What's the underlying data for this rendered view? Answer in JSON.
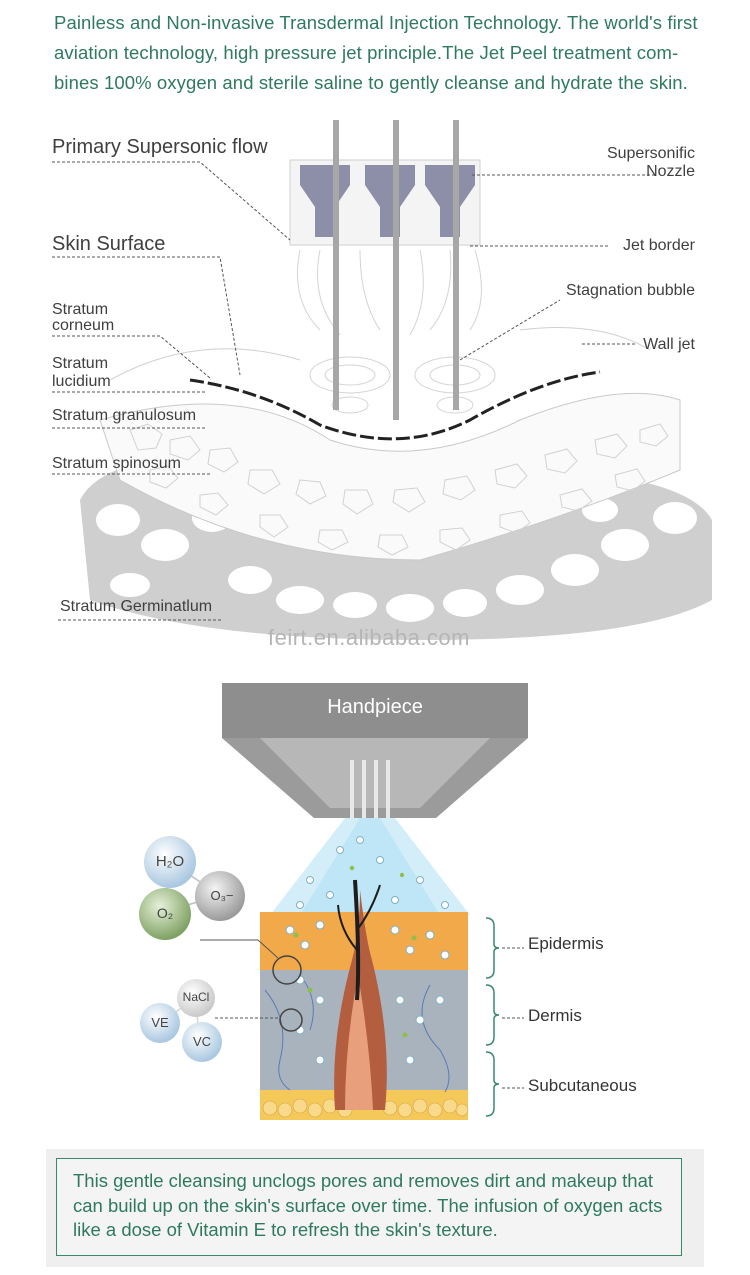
{
  "intro": {
    "lines": [
      "Painless and Non-invasive Transdermal Injection Technology. The world's first",
      "aviation technology, high pressure jet principle.The Jet Peel treatment com-",
      "bines 100% oxygen and sterile saline to gently cleanse and hydrate the skin."
    ]
  },
  "diagram1": {
    "labels": {
      "primary_flow": "Primary  Supersonic  flow",
      "skin_surface": "Skin  Surface",
      "corneum_1": "Stratum",
      "corneum_2": "corneum",
      "lucidium_1": "Stratum",
      "lucidium_2": "lucidium",
      "granulosum": "Stratum granulosum",
      "spinosum": "Stratum spinosum",
      "germinatlum": "Stratum Germinatlum",
      "nozzle_1": "Supersonific",
      "nozzle_2": "Nozzle",
      "jet_border": "Jet border",
      "stagnation": "Stagnation bubble",
      "wall_jet": "Wall jet"
    },
    "watermark": "feirt.en.alibaba.com"
  },
  "diagram2": {
    "handpiece": "Handpiece",
    "molecules": {
      "h2o": "H₂O",
      "o3": "O₃−",
      "o2": "O₂",
      "nacl": "NaCl",
      "ve": "VE",
      "vc": "VC"
    },
    "layers": {
      "epidermis": "Epidermis",
      "dermis": "Dermis",
      "subcutaneous": "Subcutaneous"
    },
    "colors": {
      "epidermis": "#f2a94a",
      "dermis": "#a9b3bd",
      "fat": "#f5c85a",
      "spray": "#bfe6f7"
    }
  },
  "bottom": {
    "lines": [
      "This gentle cleansing unclogs pores and removes dirt and makeup that",
      "can build up on the skin's surface over time. The infusion of oxygen acts",
      "like a dose of Vitamin E to refresh the skin's texture."
    ]
  }
}
